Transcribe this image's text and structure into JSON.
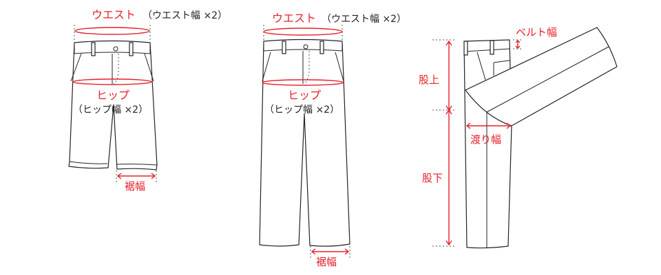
{
  "shorts": {
    "waist_label": "ウエスト",
    "waist_note": "（ウエスト幅 ×2）",
    "hip_label": "ヒップ",
    "hip_note": "（ヒップ幅 ×2）",
    "hem_label": "裾幅"
  },
  "long_pants": {
    "waist_label": "ウエスト",
    "waist_note": "（ウエスト幅 ×2）",
    "hip_label": "ヒップ",
    "hip_note": "（ヒップ幅 ×2）",
    "hem_label": "裾幅"
  },
  "side_view": {
    "belt_label": "ベルト幅",
    "rise_label": "股上",
    "thigh_label": "渡り幅",
    "inseam_label": "股下"
  },
  "colors": {
    "accent": "#e6202a",
    "line": "#222222"
  }
}
